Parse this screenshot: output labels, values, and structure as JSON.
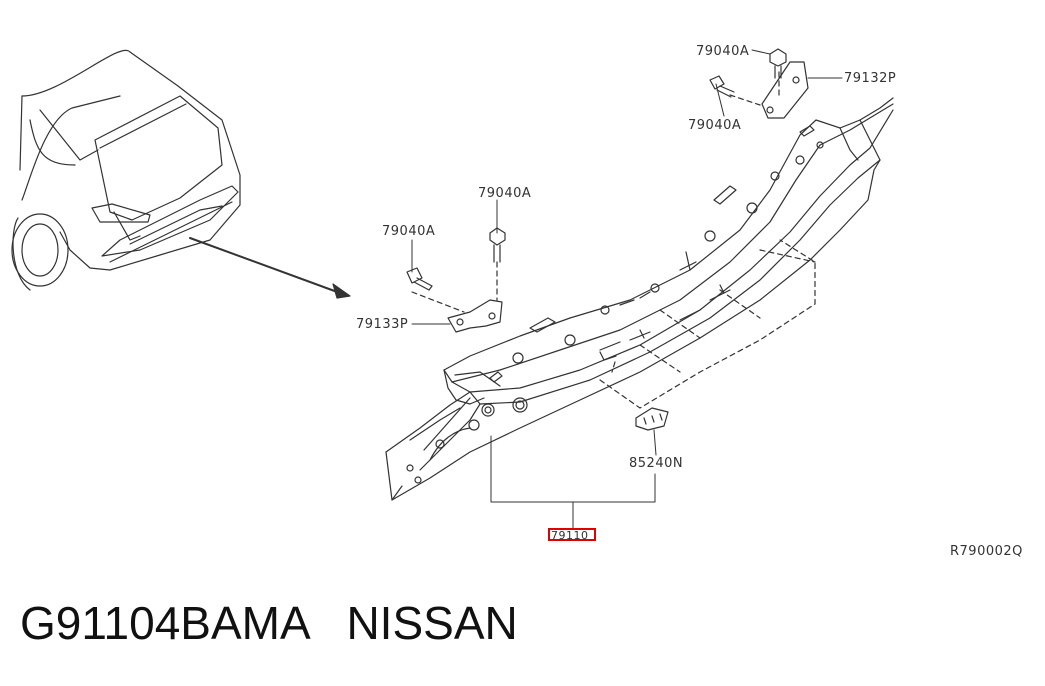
{
  "diagram": {
    "labels": {
      "bolt_top_1": "79040A",
      "bolt_top_2": "79040A",
      "bolt_mid": "79040A",
      "bolt_left": "79040A",
      "bracket_right": "79132P",
      "bracket_left": "79133P",
      "clip": "85240N",
      "main_part": "79110",
      "drawing_ref": "R790002Q"
    }
  },
  "caption": {
    "part_number": "G91104BAMA",
    "brand": "NISSAN"
  }
}
